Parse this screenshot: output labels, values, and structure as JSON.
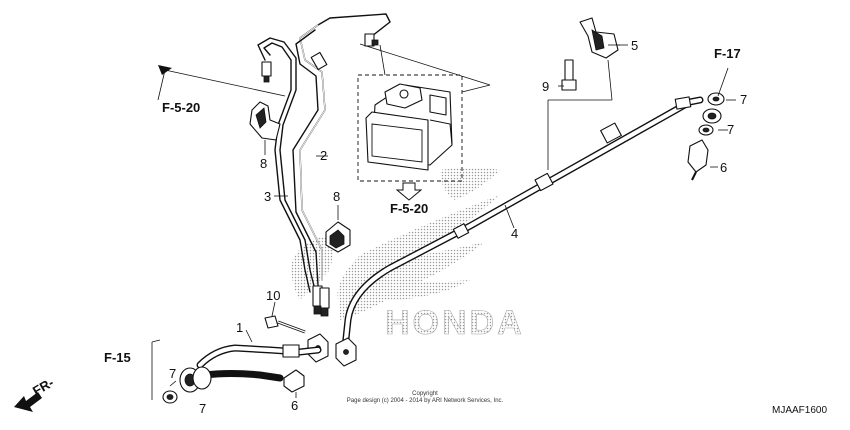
{
  "diagram": {
    "code": "MJAAF1600",
    "copyright_line1": "Copyright",
    "copyright_line2": "Page design (c) 2004 - 2014 by ARI Network Services, Inc.",
    "watermark_text": "HONDA",
    "direction_label": "FR-",
    "callouts": {
      "c1": "1",
      "c2": "2",
      "c3": "3",
      "c4": "4",
      "c5": "5",
      "c6a": "6",
      "c6b": "6",
      "c7a": "7",
      "c7b": "7",
      "c7c": "7",
      "c7d": "7",
      "c8a": "8",
      "c8b": "8",
      "c9": "9",
      "c10": "10"
    },
    "references": {
      "r1": "F-5-20",
      "r2": "F-5-20",
      "r3": "F-17",
      "r4": "F-15"
    }
  }
}
